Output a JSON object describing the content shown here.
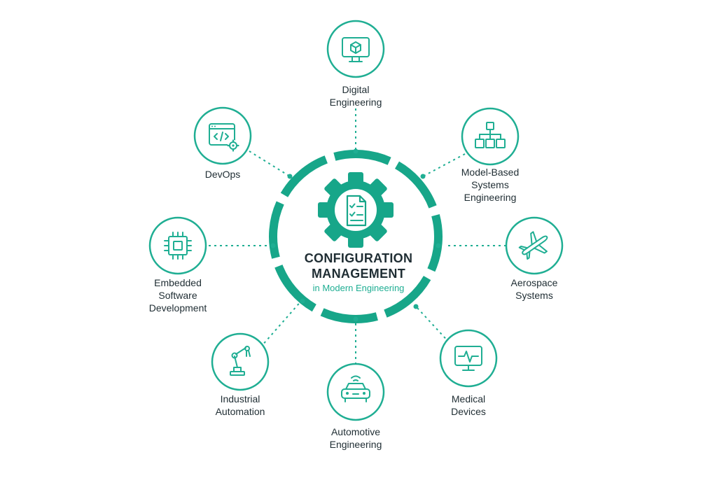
{
  "colors": {
    "accent": "#1fae93",
    "ring": "#17a689",
    "text": "#1f2d33",
    "background": "#ffffff"
  },
  "center": {
    "title_line1": "CONFIGURATION",
    "title_line2": "MANAGEMENT",
    "subtitle": "in Modern Engineering",
    "icon": "gear-document-checklist-icon"
  },
  "nodes": [
    {
      "id": "digital-engineering",
      "label": "Digital\nEngineering",
      "icon": "monitor-cube-icon"
    },
    {
      "id": "model-based-systems-engineering",
      "label": "Model-Based\nSystems\nEngineering",
      "icon": "hierarchy-diagram-icon"
    },
    {
      "id": "aerospace-systems",
      "label": "Aerospace\nSystems",
      "icon": "airplane-icon"
    },
    {
      "id": "medical-devices",
      "label": "Medical\nDevices",
      "icon": "heartbeat-monitor-icon"
    },
    {
      "id": "automotive-engineering",
      "label": "Automotive\nEngineering",
      "icon": "connected-car-icon"
    },
    {
      "id": "industrial-automation",
      "label": "Industrial\nAutomation",
      "icon": "robotic-arm-icon"
    },
    {
      "id": "embedded-software-development",
      "label": "Embedded\nSoftware\nDevelopment",
      "icon": "microchip-icon"
    },
    {
      "id": "devops",
      "label": "DevOps",
      "icon": "code-window-gear-icon"
    }
  ]
}
